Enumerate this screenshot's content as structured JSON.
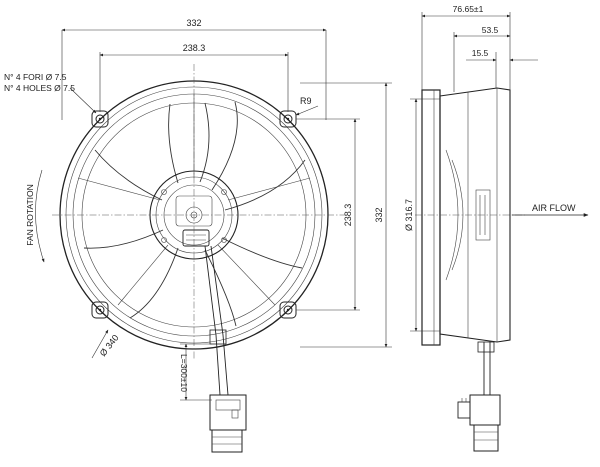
{
  "front_view": {
    "dim_overall_width": "332",
    "dim_hole_spacing_width": "238.3",
    "hole_note_it": "N° 4 FORI Ø 7.5",
    "hole_note_en": "N° 4 HOLES Ø 7.5",
    "dim_radius": "R9",
    "dim_hole_spacing_height": "238.3",
    "dim_overall_height": "332",
    "dim_shroud_diameter": "Ø 340",
    "dim_cable_length": "L=300±10",
    "fan_rotation_label": "FAN ROTATION"
  },
  "side_view": {
    "dim_total_depth": "76.65±1",
    "dim_depth_middle": "53.5",
    "dim_depth_flange": "15.5",
    "dim_fan_diameter": "Ø 316.7",
    "air_flow_label": "AIR FLOW"
  }
}
